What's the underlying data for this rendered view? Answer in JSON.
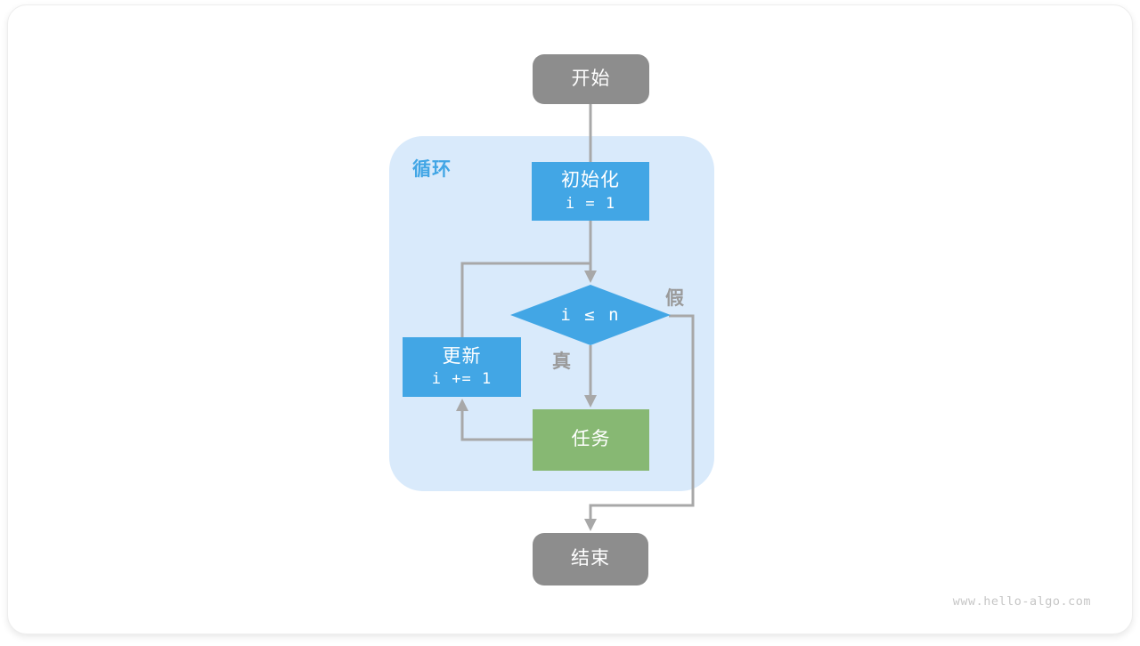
{
  "flowchart": {
    "loop_container_label": "循环",
    "nodes": {
      "start": {
        "label": "开始"
      },
      "init": {
        "title": "初始化",
        "code": "i = 1"
      },
      "condition": {
        "label": "i ≤ n"
      },
      "update": {
        "title": "更新",
        "code": "i += 1"
      },
      "task": {
        "label": "任务"
      },
      "end": {
        "label": "结束"
      }
    },
    "branch_labels": {
      "true": "真",
      "false": "假"
    },
    "colors": {
      "terminal_gray": "#8d8d8d",
      "process_blue": "#42a6e5",
      "task_green": "#87b873",
      "loop_container_blue": "#d9eafb",
      "connector_gray": "#a8a8a8",
      "branch_label_gray": "#9a9a9a",
      "loop_label_blue": "#42a6e5",
      "watermark_gray": "#c6c6c6"
    },
    "watermark": "www.hello-algo.com"
  }
}
